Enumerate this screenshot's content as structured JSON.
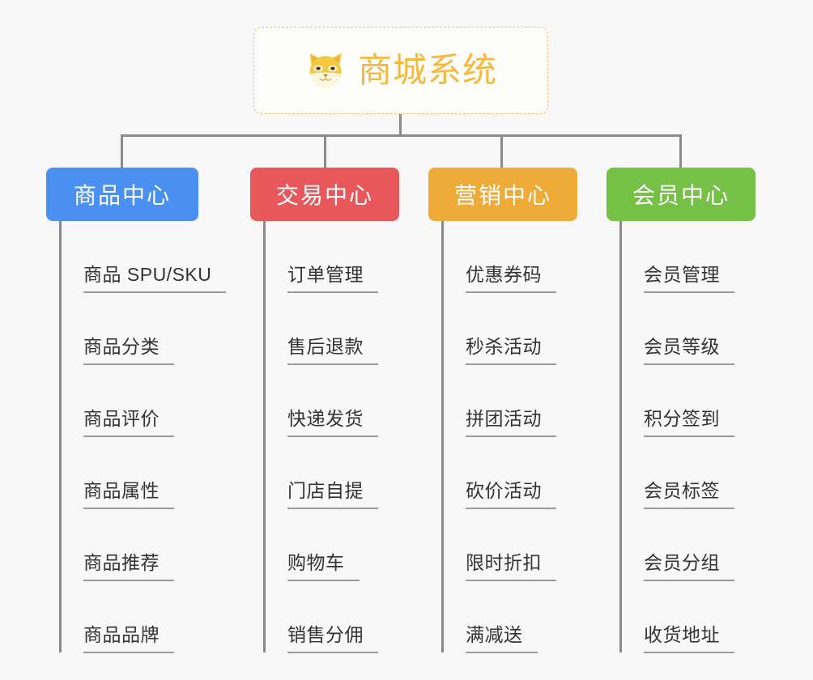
{
  "page": {
    "background_color": "#f8f8f8",
    "line_color": "#8a8a8a",
    "leaf_rule_color": "#9a9a9a",
    "leaf_text_color": "#333333"
  },
  "root": {
    "title": "商城系统",
    "icon": "shiba-dog-face-icon",
    "text_color": "#f5b940",
    "border_color": "#f0c060",
    "background_color": "#fdfdfc"
  },
  "categories": [
    {
      "label": "商品中心",
      "color": "#4a90f0",
      "items": [
        "商品 SPU/SKU",
        "商品分类",
        "商品评价",
        "商品属性",
        "商品推荐",
        "商品品牌"
      ]
    },
    {
      "label": "交易中心",
      "color": "#e8585a",
      "items": [
        "订单管理",
        "售后退款",
        "快递发货",
        "门店自提",
        "购物车",
        "销售分佣"
      ]
    },
    {
      "label": "营销中心",
      "color": "#eeab38",
      "items": [
        "优惠券码",
        "秒杀活动",
        "拼团活动",
        "砍价活动",
        "限时折扣",
        "满减送"
      ]
    },
    {
      "label": "会员中心",
      "color": "#77c047",
      "items": [
        "会员管理",
        "会员等级",
        "积分签到",
        "会员标签",
        "会员分组",
        "收货地址"
      ]
    }
  ]
}
